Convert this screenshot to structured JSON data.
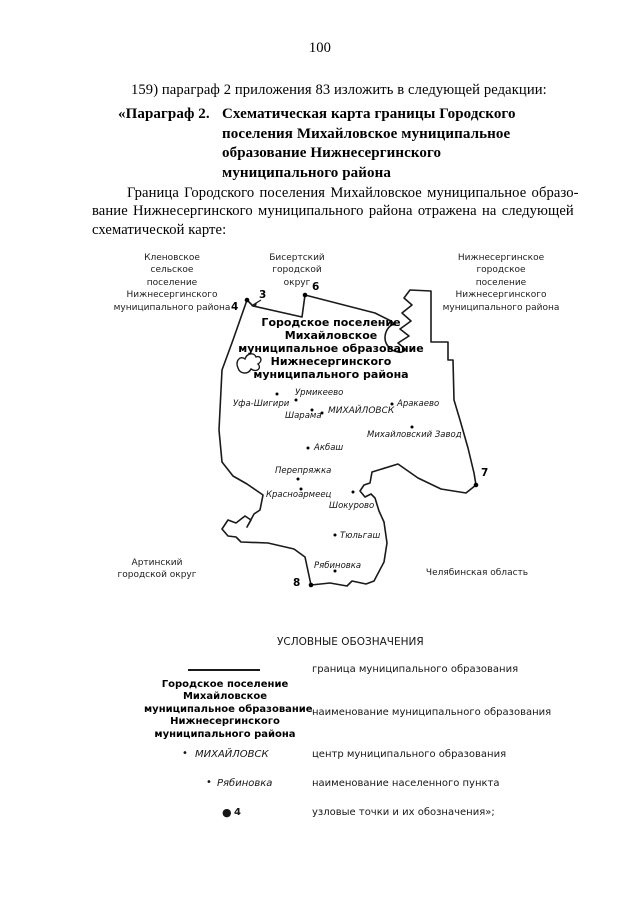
{
  "page_number": "100",
  "intro": {
    "clause": "159) параграф 2 приложения 83 изложить в следующей редакции:",
    "heading_label": "«Параграф 2.",
    "heading_lines": [
      "Схематическая карта границы Городского",
      "поселения Михайловское муниципальное",
      "образование Нижнесергинского",
      "муниципального района"
    ],
    "body_lines": [
      "Граница Городского поселения Михайловское муниципальное образо-",
      "вание Нижнесергинского муниципального района отражена на следующей",
      "схематической карте:"
    ]
  },
  "map": {
    "neighbors": {
      "klenovskoe": [
        "Кленовское",
        "сельское",
        "поселение",
        "Нижнесергинского",
        "муниципального района"
      ],
      "bisertsky": [
        "Бисертский",
        "городской",
        "округ"
      ],
      "nizhneserginskoe": [
        "Нижнесергинское",
        "городское",
        "поселение",
        "Нижнесергинского",
        "муниципального района"
      ],
      "artinsky": [
        "Артинский",
        "городской округ"
      ],
      "chelyabinsk": "Челябинская область"
    },
    "title_lines": [
      "Городское поселение",
      "Михайловское",
      "муниципальное образование",
      "Нижнесергинского",
      "муниципального района"
    ],
    "settlements": [
      {
        "name": "Урмикеево"
      },
      {
        "name": "Уфа-Шигири"
      },
      {
        "name": "Шарама"
      },
      {
        "name": "МИХАЙЛОВСК"
      },
      {
        "name": "Аракаево"
      },
      {
        "name": "Михайловский Завод"
      },
      {
        "name": "Акбаш"
      },
      {
        "name": "Перепряжка"
      },
      {
        "name": "Красноармеец"
      },
      {
        "name": "Шокурово"
      },
      {
        "name": "Тюльгаш"
      },
      {
        "name": "Рябиновка"
      }
    ],
    "nodes": [
      {
        "label": "4"
      },
      {
        "label": "3"
      },
      {
        "label": "6"
      },
      {
        "label": "7"
      },
      {
        "label": "8"
      }
    ]
  },
  "legend": {
    "title": "УСЛОВНЫЕ ОБОЗНАЧЕНИЯ",
    "rows": [
      {
        "text": "граница муниципального образования"
      },
      {
        "symbol_lines": [
          "Городское поселение",
          "Михайловское",
          "муниципальное образование",
          "Нижнесергинского",
          "муниципального района"
        ],
        "text": "наименование муниципального образования"
      },
      {
        "bullet": "•",
        "symbol": "МИХАЙЛОВСК",
        "text": "центр муниципального образования"
      },
      {
        "bullet": "•",
        "symbol": "Рябиновка",
        "text": "наименование населенного пункта"
      },
      {
        "bullet": "●",
        "symbol": "4",
        "text": "узловые точки и их обозначения»;"
      }
    ]
  }
}
